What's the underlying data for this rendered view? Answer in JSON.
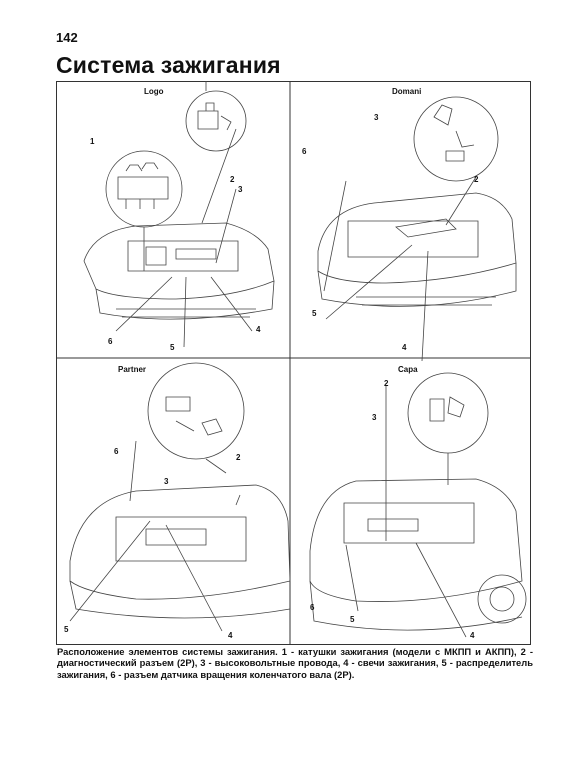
{
  "page_number": "142",
  "title": "Система зажигания",
  "panels": [
    {
      "label": "Logo",
      "callouts": [
        "1",
        "2",
        "3",
        "4",
        "5",
        "6"
      ]
    },
    {
      "label": "Domani",
      "callouts": [
        "2",
        "3",
        "4",
        "5",
        "6"
      ]
    },
    {
      "label": "Partner",
      "callouts": [
        "2",
        "3",
        "4",
        "5",
        "6"
      ]
    },
    {
      "label": "Capa",
      "callouts": [
        "2",
        "3",
        "4",
        "5",
        "6"
      ]
    }
  ],
  "caption": "Расположение элементов системы зажигания. 1 - катушки зажигания (модели с МКПП и АКПП), 2 - диагностический разъем (2P), 3 - высоковольтные провода, 4 - свечи зажигания, 5 - распределитель зажигания, 6 - разъем датчика вращения коленчатого вала (2P)."
}
